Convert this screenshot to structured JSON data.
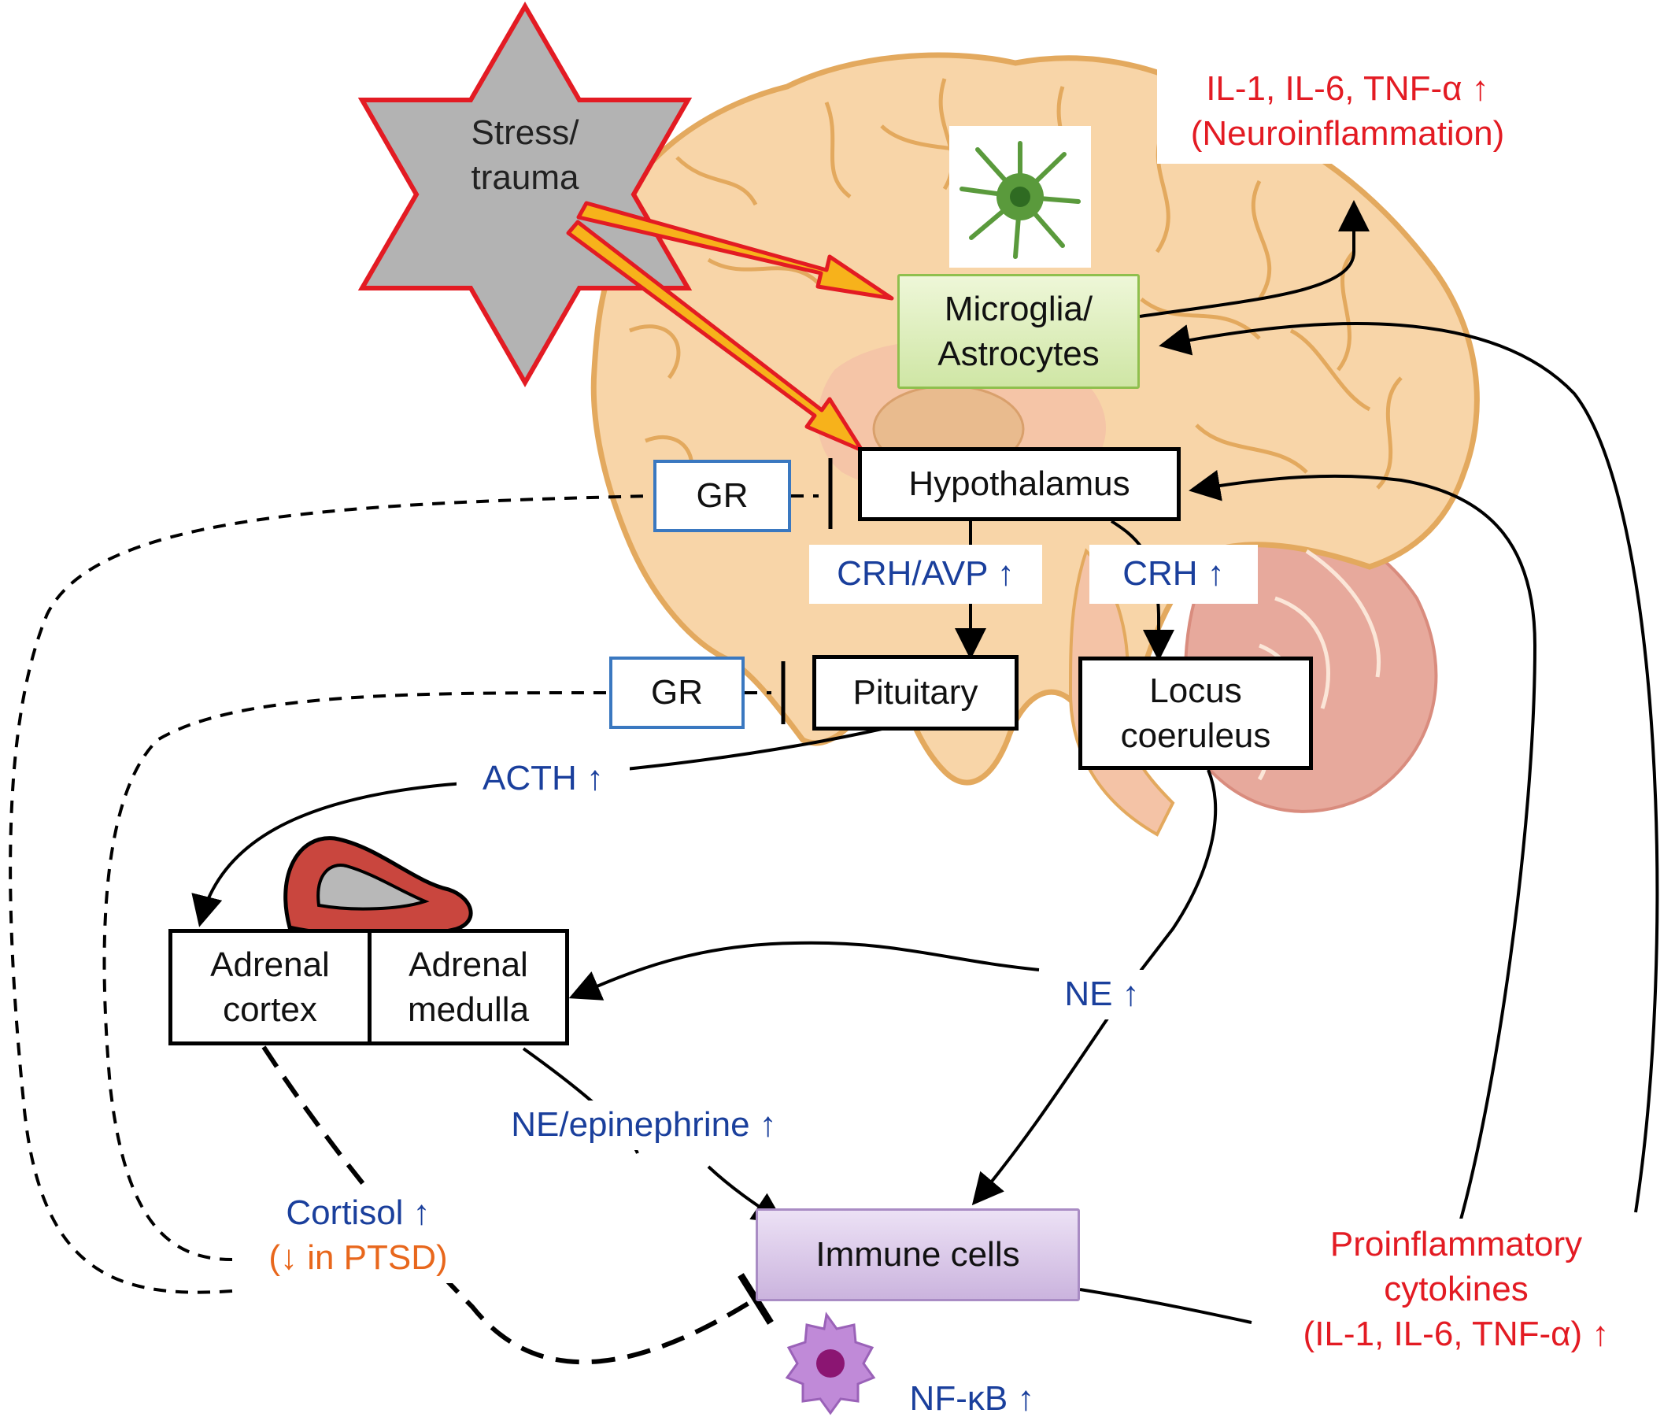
{
  "colors": {
    "brain_fill": "#f8d5a8",
    "brain_outline": "#e3a95e",
    "brain_inner": "#f4c3a6",
    "cerebellum": "#e7a99c",
    "star_fill": "#b3b3b3",
    "star_outline": "#e31b23",
    "stress_arrow_fill": "#f7b21b",
    "stress_arrow_outline": "#e31b23",
    "label_blue": "#1a3f9c",
    "label_red": "#e31b23",
    "label_orange": "#e8671c",
    "gr_border": "#3a78c0",
    "microglia_fill": "#d9ecb8",
    "immune_fill": "#dccbea",
    "adrenal_outer": "#c9463e",
    "adrenal_inner": "#b8b8b8",
    "immune_cell": "#c08ad8",
    "immune_nucleus": "#8b1572",
    "glia_cell": "#5a9a3c"
  },
  "icons": {
    "star": "stress-star-icon",
    "glia": "glial-cell-icon",
    "adrenal": "adrenal-gland-icon",
    "immune_cell": "immune-cell-icon",
    "brain": "brain-illustration"
  },
  "stress": {
    "line1": "Stress/",
    "line2": "trauma"
  },
  "boxes": {
    "microglia": {
      "line1": "Microglia/",
      "line2": "Astrocytes"
    },
    "hypothalamus": "Hypothalamus",
    "pituitary": "Pituitary",
    "locus": {
      "line1": "Locus",
      "line2": "coeruleus"
    },
    "gr_top": "GR",
    "gr_mid": "GR",
    "adrenal_cortex": {
      "line1": "Adrenal",
      "line2": "cortex"
    },
    "adrenal_medulla": {
      "line1": "Adrenal",
      "line2": "medulla"
    },
    "immune": "Immune cells"
  },
  "labels": {
    "neuroinflammation": {
      "line1": "IL-1, IL-6, TNF-α ↑",
      "line2": "(Neuroinflammation)"
    },
    "crh_avp": "CRH/AVP ↑",
    "crh": "CRH ↑",
    "acth": "ACTH ↑",
    "ne": "NE ↑",
    "ne_epi": "NE/epinephrine ↑",
    "cortisol": {
      "line1": "Cortisol ↑",
      "line2": "(↓ in PTSD)"
    },
    "proinflammatory": {
      "line1": "Proinflammatory",
      "line2": "cytokines",
      "line3": "(IL-1, IL-6, TNF-α) ↑"
    },
    "nfkb": "NF-κB ↑"
  }
}
